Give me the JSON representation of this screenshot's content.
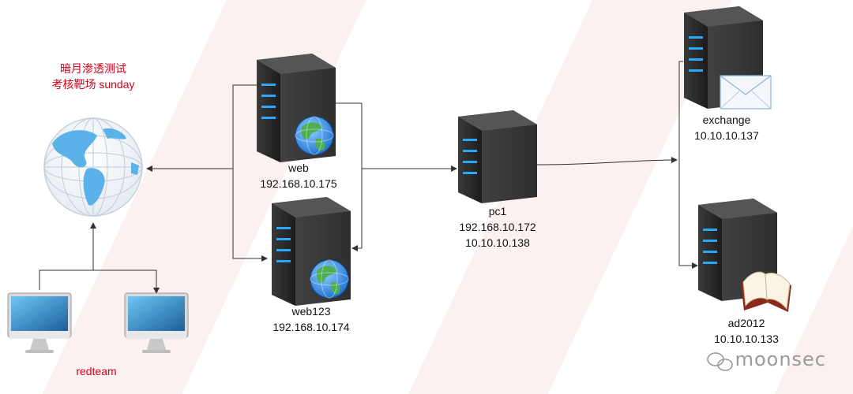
{
  "title": {
    "line1": "暗月渗透测试",
    "line2": "考核靶场 sunday"
  },
  "nodes": {
    "web": {
      "name": "web",
      "ip1": "192.168.10.175"
    },
    "web123": {
      "name": "web123",
      "ip1": "192.168.10.174"
    },
    "pc1": {
      "name": "pc1",
      "ip1": "192.168.10.172",
      "ip2": "10.10.10.138"
    },
    "exchange": {
      "name": "exchange",
      "ip1": "10.10.10.137"
    },
    "ad2012": {
      "name": "ad2012",
      "ip1": "10.10.10.133"
    },
    "redteam": {
      "name": "redteam"
    }
  },
  "watermark": "moonsec",
  "colors": {
    "title": "#d0021b",
    "line": "#333333",
    "server": "#2b2b2b",
    "server_light": "#2aa8ff"
  }
}
